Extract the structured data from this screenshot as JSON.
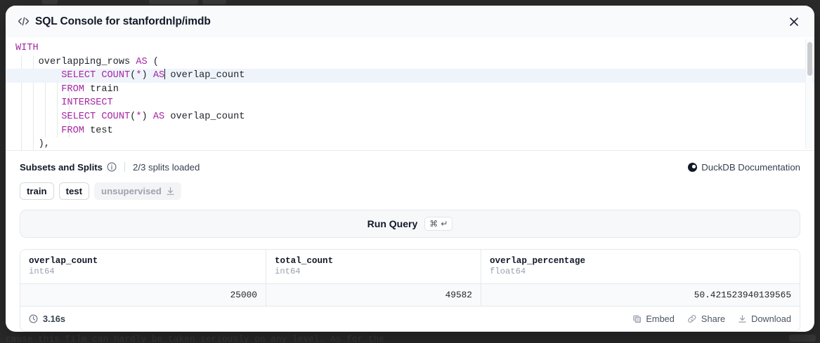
{
  "background": {
    "text_fragment": "cause this film can hardly be taken seriously on any level. As for the"
  },
  "modal": {
    "icon": "code-brackets-icon",
    "title": "SQL Console for stanfordnlp/imdb",
    "close_icon": "close-icon"
  },
  "editor": {
    "lines": [
      [
        {
          "t": "WITH",
          "k": true
        }
      ],
      [
        {
          "t": "    overlapping_rows ",
          "k": false
        },
        {
          "t": "AS",
          "k": true
        },
        {
          "t": " (",
          "k": false
        }
      ],
      [
        {
          "t": "        ",
          "k": false
        },
        {
          "t": "SELECT COUNT",
          "k": true
        },
        {
          "t": "(",
          "k": false
        },
        {
          "t": "*",
          "k": true
        },
        {
          "t": ") ",
          "k": false
        },
        {
          "t": "AS",
          "k": true
        },
        {
          "t": "CARET",
          "k": false
        },
        {
          "t": " overlap_count",
          "k": false
        }
      ],
      [
        {
          "t": "        ",
          "k": false
        },
        {
          "t": "FROM",
          "k": true
        },
        {
          "t": " train",
          "k": false
        }
      ],
      [
        {
          "t": "        ",
          "k": false
        },
        {
          "t": "INTERSECT",
          "k": true
        }
      ],
      [
        {
          "t": "        ",
          "k": false
        },
        {
          "t": "SELECT COUNT",
          "k": true
        },
        {
          "t": "(",
          "k": false
        },
        {
          "t": "*",
          "k": true
        },
        {
          "t": ") ",
          "k": false
        },
        {
          "t": "AS",
          "k": true
        },
        {
          "t": " overlap_count",
          "k": false
        }
      ],
      [
        {
          "t": "        ",
          "k": false
        },
        {
          "t": "FROM",
          "k": true
        },
        {
          "t": " test",
          "k": false
        }
      ],
      [
        {
          "t": "    ),",
          "k": false
        }
      ]
    ],
    "active_line_index": 2,
    "scrollbar": "vertical-scrollbar"
  },
  "subsets": {
    "label": "Subsets and Splits",
    "info_icon": "info-icon",
    "splits_loaded": "2/3 splits loaded",
    "duckdb_link": "DuckDB Documentation",
    "duckdb_icon": "duckdb-logo-icon",
    "tags": [
      {
        "label": "train",
        "state": "active",
        "download": false
      },
      {
        "label": "test",
        "state": "active",
        "download": false
      },
      {
        "label": "unsupervised",
        "state": "muted",
        "download": true
      }
    ],
    "download_icon": "download-icon"
  },
  "run_query": {
    "label": "Run Query",
    "shortcut_cmd": "⌘",
    "shortcut_enter": "↵"
  },
  "results": {
    "columns": [
      {
        "name": "overlap_count",
        "type": "int64"
      },
      {
        "name": "total_count",
        "type": "int64"
      },
      {
        "name": "overlap_percentage",
        "type": "float64"
      }
    ],
    "rows": [
      [
        "25000",
        "49582",
        "50.421523940139565"
      ]
    ],
    "footer": {
      "clock_icon": "clock-icon",
      "duration": "3.16s",
      "actions": [
        {
          "label": "Embed",
          "icon": "copy-icon"
        },
        {
          "label": "Share",
          "icon": "link-icon"
        },
        {
          "label": "Download",
          "icon": "download-icon"
        }
      ]
    }
  },
  "colors": {
    "keyword": "#a625a4",
    "modal_bg": "#ffffff",
    "page_bg": "#2b2b2b",
    "active_line": "#eff4fb"
  }
}
